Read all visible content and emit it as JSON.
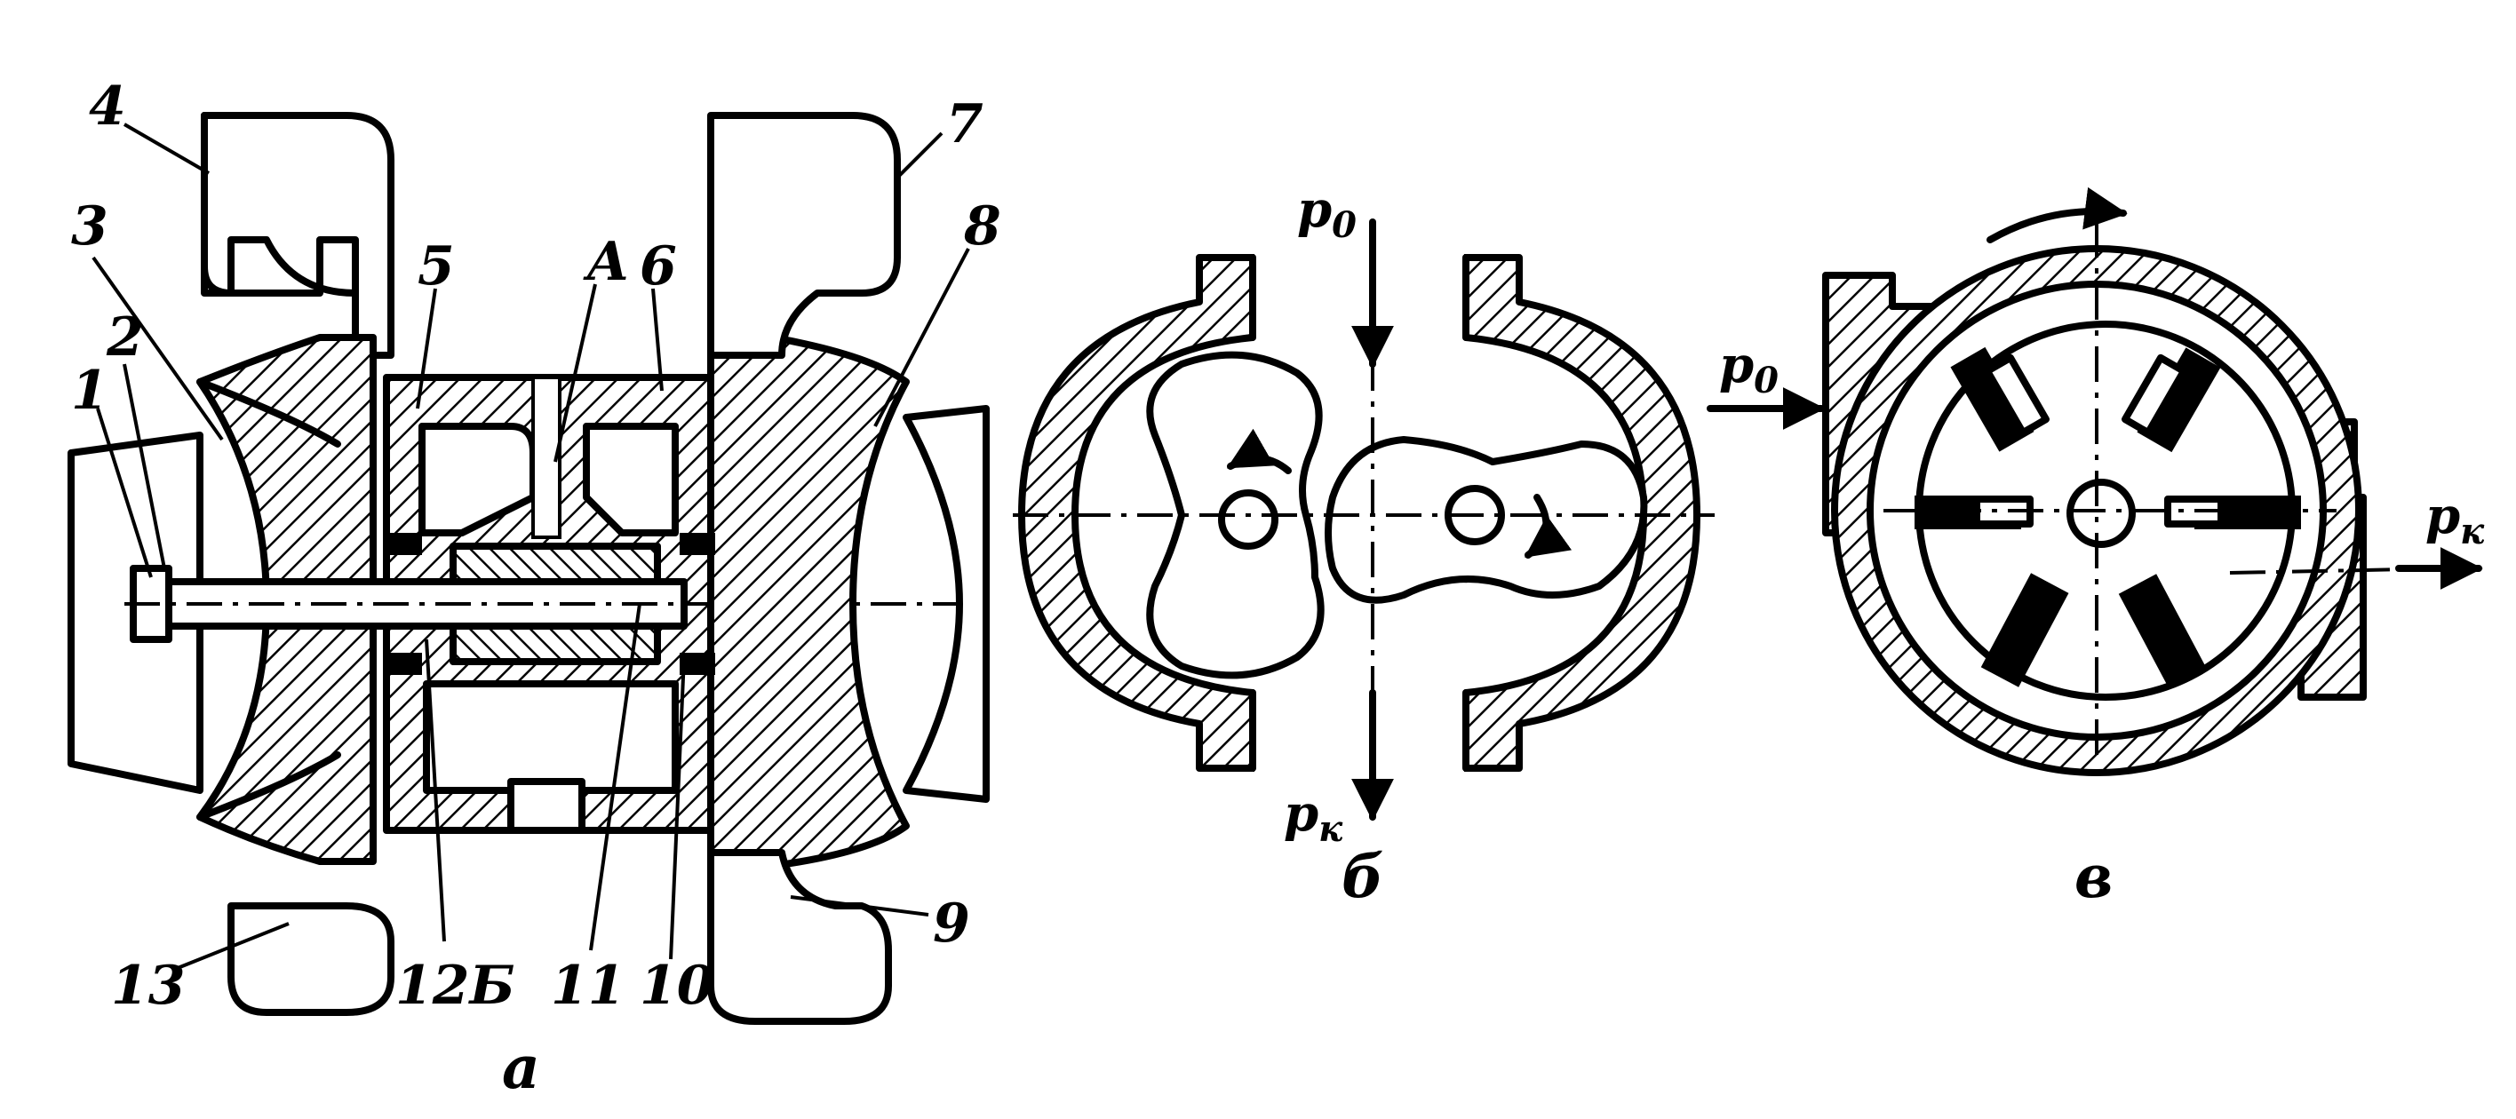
{
  "diagram": {
    "panel_a": {
      "caption": "а",
      "labels": {
        "n1": "1",
        "n2": "2",
        "n3": "3",
        "n4": "4",
        "n5": "5",
        "nA": "А",
        "n6": "6",
        "n7": "7",
        "n8": "8",
        "n9": "9",
        "n10": "10",
        "n11": "11",
        "n12b": "12Б",
        "n13": "13"
      }
    },
    "panel_b": {
      "caption": "б",
      "inlet": "p",
      "inlet_sub": "0",
      "outlet": "p",
      "outlet_sub": "к"
    },
    "panel_v": {
      "caption": "в",
      "inlet": "p",
      "inlet_sub": "0",
      "outlet": "p",
      "outlet_sub": "к"
    }
  }
}
